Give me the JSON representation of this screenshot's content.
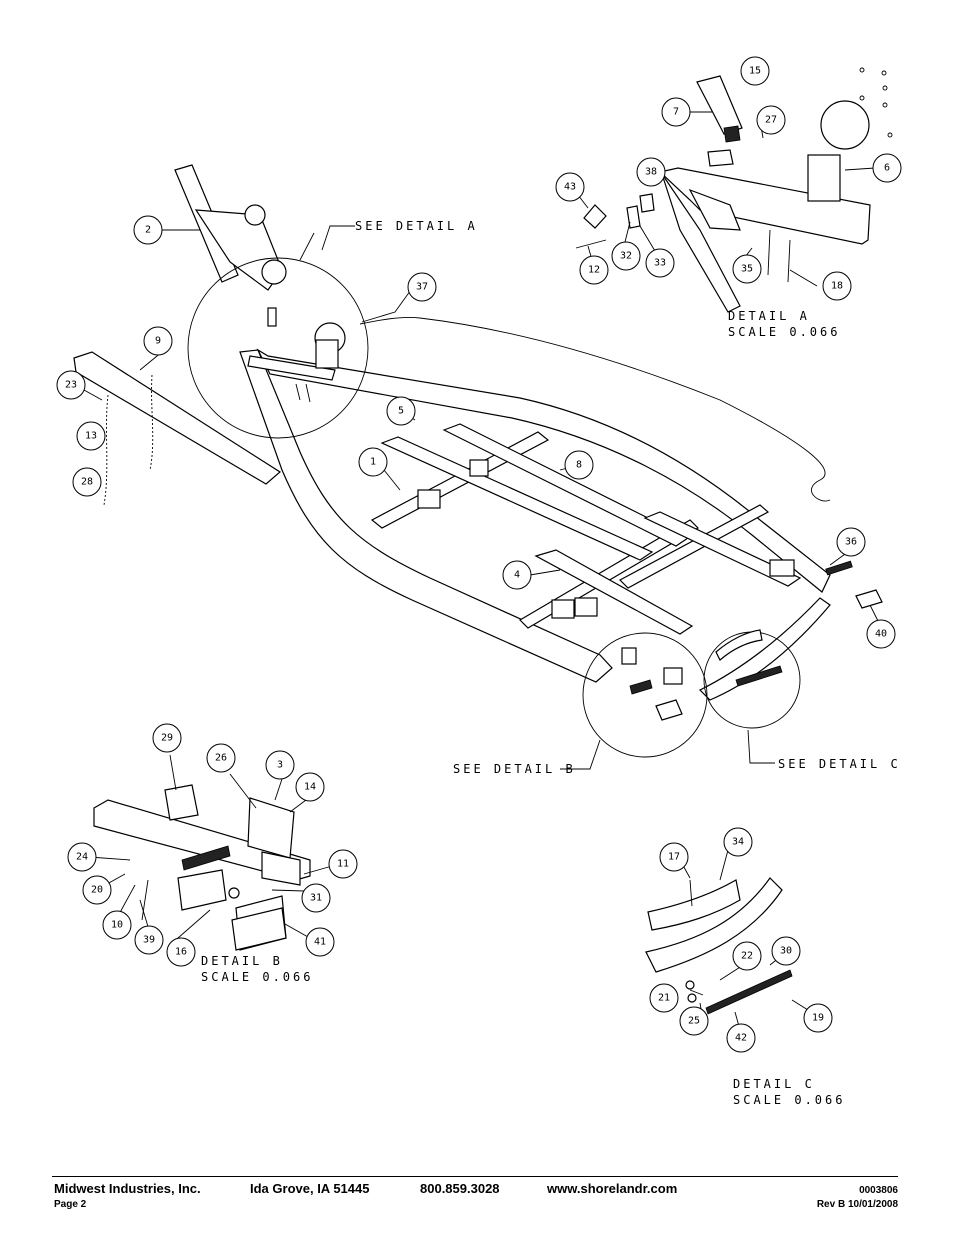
{
  "callouts": [
    "1",
    "2",
    "3",
    "4",
    "5",
    "6",
    "7",
    "8",
    "9",
    "10",
    "11",
    "12",
    "13",
    "14",
    "15",
    "16",
    "17",
    "18",
    "19",
    "20",
    "21",
    "22",
    "23",
    "24",
    "25",
    "26",
    "27",
    "28",
    "29",
    "30",
    "31",
    "32",
    "33",
    "34",
    "35",
    "36",
    "37",
    "38",
    "39",
    "40",
    "41",
    "42",
    "43"
  ],
  "detail_labels": {
    "see_a": "SEE DETAIL A",
    "see_b": "SEE DETAIL B",
    "see_c": "SEE DETAIL C",
    "detail_a_title": "DETAIL A",
    "detail_a_scale": "SCALE 0.066",
    "detail_b_title": "DETAIL B",
    "detail_b_scale": "SCALE 0.066",
    "detail_c_title": "DETAIL C",
    "detail_c_scale": "SCALE 0.066"
  },
  "footer": {
    "company": "Midwest Industries, Inc.",
    "location": "Ida Grove, IA  51445",
    "phone": "800.859.3028",
    "website": "www.shorelandr.com",
    "page": "Page 2",
    "doc_number": "0003806",
    "revision": "Rev B  10/01/2008"
  }
}
